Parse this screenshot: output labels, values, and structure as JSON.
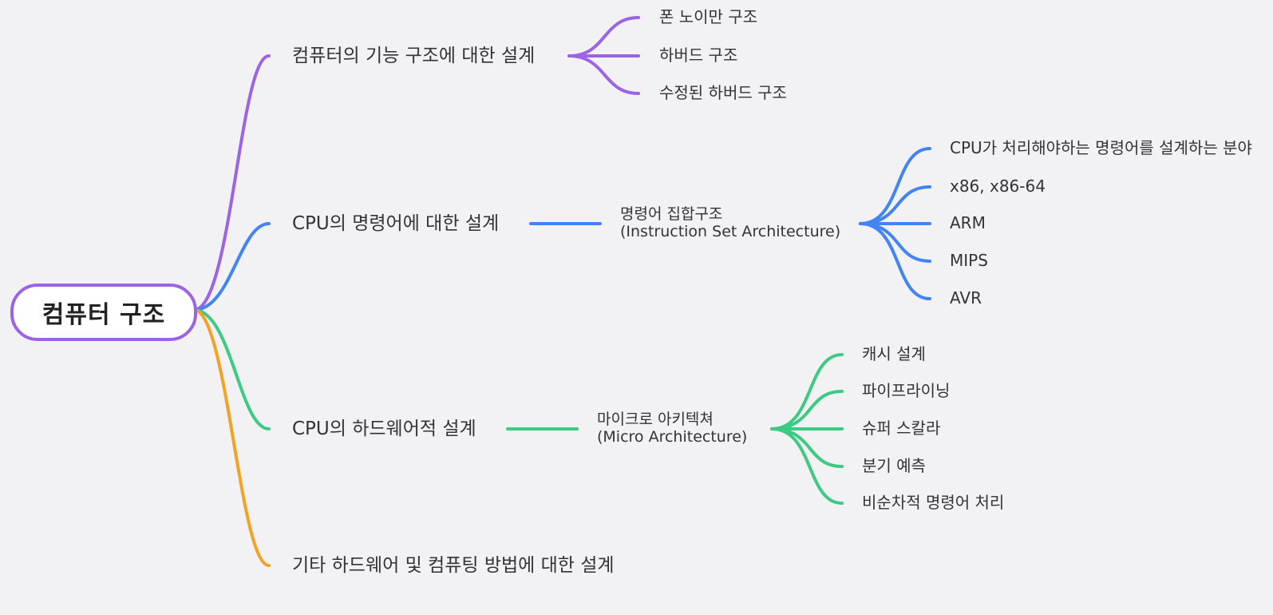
{
  "root": {
    "label": "컴퓨터 구조"
  },
  "colors": {
    "purple": "#9b63e6",
    "blue": "#4384f5",
    "green": "#3dca83",
    "orange": "#f4a124"
  },
  "branches": {
    "functional": {
      "label": "컴퓨터의 기능 구조에 대한 설계",
      "children": [
        "폰 노이만 구조",
        "하버드 구조",
        "수정된 하버드 구조"
      ]
    },
    "isa": {
      "label": "CPU의 명령어에 대한 설계",
      "mid_line1": "명령어 집합구조",
      "mid_line2": "(Instruction Set Architecture)",
      "children": [
        "CPU가 처리해야하는 명령어를 설계하는 분야",
        "x86, x86-64",
        "ARM",
        "MIPS",
        "AVR"
      ]
    },
    "hardware": {
      "label": "CPU의 하드웨어적 설계",
      "mid_line1": "마이크로 아키텍쳐",
      "mid_line2": "(Micro Architecture)",
      "children": [
        "캐시 설계",
        "파이프라이닝",
        "슈퍼 스칼라",
        "분기 예측",
        "비순차적 명령어 처리"
      ]
    },
    "other": {
      "label": "기타 하드웨어 및 컴퓨팅 방법에 대한 설계"
    }
  }
}
